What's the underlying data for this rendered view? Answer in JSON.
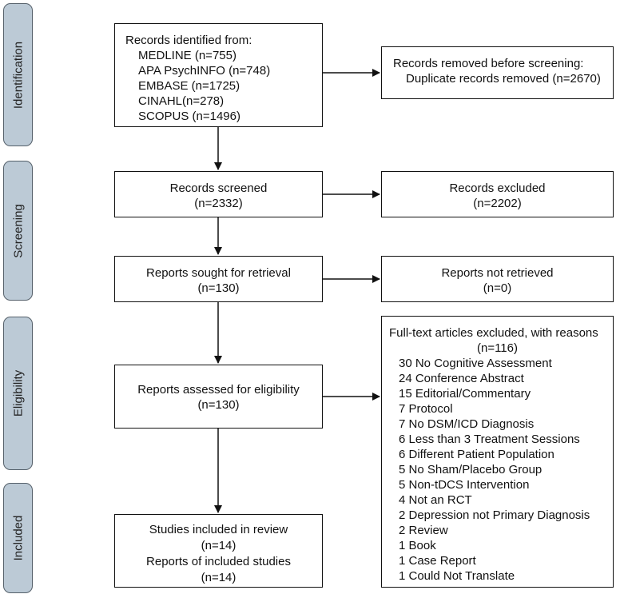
{
  "phases": {
    "identification": "Identification",
    "screening": "Screening",
    "eligibility": "Eligibility",
    "included": "Included"
  },
  "identified": {
    "title": "Records identified from:",
    "sources": [
      "MEDLINE (n=755)",
      "APA PsychINFO (n=748)",
      "EMBASE (n=1725)",
      "CINAHL(n=278)",
      "SCOPUS (n=1496)"
    ]
  },
  "removed": {
    "title": "Records removed before screening:",
    "detail": "Duplicate records removed (n=2670)"
  },
  "screened": {
    "title": "Records screened",
    "count": "(n=2332)"
  },
  "excluded": {
    "title": "Records excluded",
    "count": "(n=2202)"
  },
  "sought": {
    "title": "Reports sought for retrieval",
    "count": "(n=130)"
  },
  "not_retrieved": {
    "title": "Reports not retrieved",
    "count": "(n=0)"
  },
  "assessed": {
    "title": "Reports assessed for eligibility",
    "count": "(n=130)"
  },
  "fulltext_excluded": {
    "title": "Full-text articles excluded, with reasons",
    "count": "(n=116)",
    "reasons": [
      "30 No Cognitive Assessment",
      "24 Conference Abstract",
      "15 Editorial/Commentary",
      "7 Protocol",
      "7 No DSM/ICD Diagnosis",
      "6 Less than 3 Treatment Sessions",
      "6 Different Patient Population",
      "5 No Sham/Placebo Group",
      "5 Non-tDCS Intervention",
      "4 Not an RCT",
      "2 Depression not Primary Diagnosis",
      "2 Review",
      "1 Book",
      "1 Case Report",
      "1 Could Not Translate"
    ]
  },
  "included_box": {
    "studies_title": "Studies included in review",
    "studies_count": "(n=14)",
    "reports_title": "Reports of included studies",
    "reports_count": "(n=14)"
  }
}
